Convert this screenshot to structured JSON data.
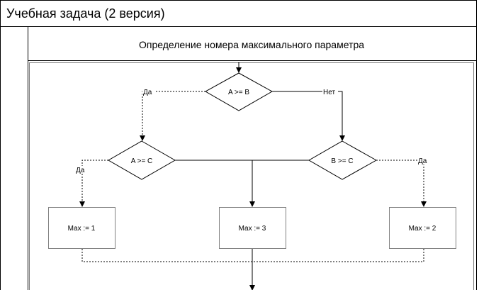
{
  "diagram": {
    "title": "Учебная задача (2 версия)",
    "subtitle": "Определение номера максимального параметра",
    "decisions": {
      "a_ge_b": "A >= B",
      "a_ge_c": "A >= C",
      "b_ge_c": "B >= C"
    },
    "branches": {
      "yes_left": "Да",
      "no_right": "Нет",
      "yes_a_ge_c": "Да",
      "yes_b_ge_c": "Да"
    },
    "processes": {
      "max1": "Max := 1",
      "max3": "Max := 3",
      "max2": "Max := 2"
    }
  }
}
